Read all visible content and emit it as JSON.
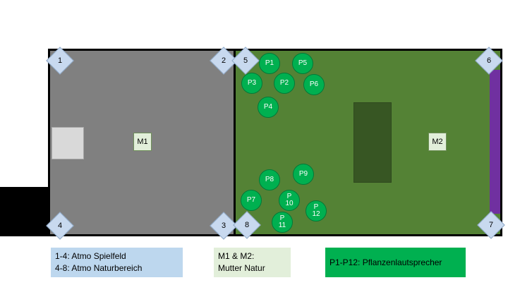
{
  "mixers": {
    "m1": "M1",
    "m2": "M2"
  },
  "atmo_speakers": [
    "1",
    "2",
    "3",
    "4",
    "5",
    "6",
    "7",
    "8"
  ],
  "plant_speakers": {
    "p1": "P1",
    "p2": "P2",
    "p3": "P3",
    "p4": "P4",
    "p5": "P5",
    "p6": "P6",
    "p7": "P7",
    "p8": "P8",
    "p9": "P9",
    "p10": "P\n10",
    "p11": "P\n11",
    "p12": "P\n12"
  },
  "legend": {
    "atmo_line1": "1-4: Atmo Spielfeld",
    "atmo_line2": "4-8: Atmo Naturbereich",
    "mutter_line1": "M1 & M2:",
    "mutter_line2": "Mutter Natur",
    "plants": "P1-P12: Pflanzenlautsprecher"
  },
  "colors": {
    "playfield": "#808080",
    "nature_area": "#548235",
    "plant_speaker": "#00b050",
    "atmo_speaker": "#c8d9ef",
    "mixer_box": "#e2efda",
    "purple_strip": "#7030a0"
  }
}
